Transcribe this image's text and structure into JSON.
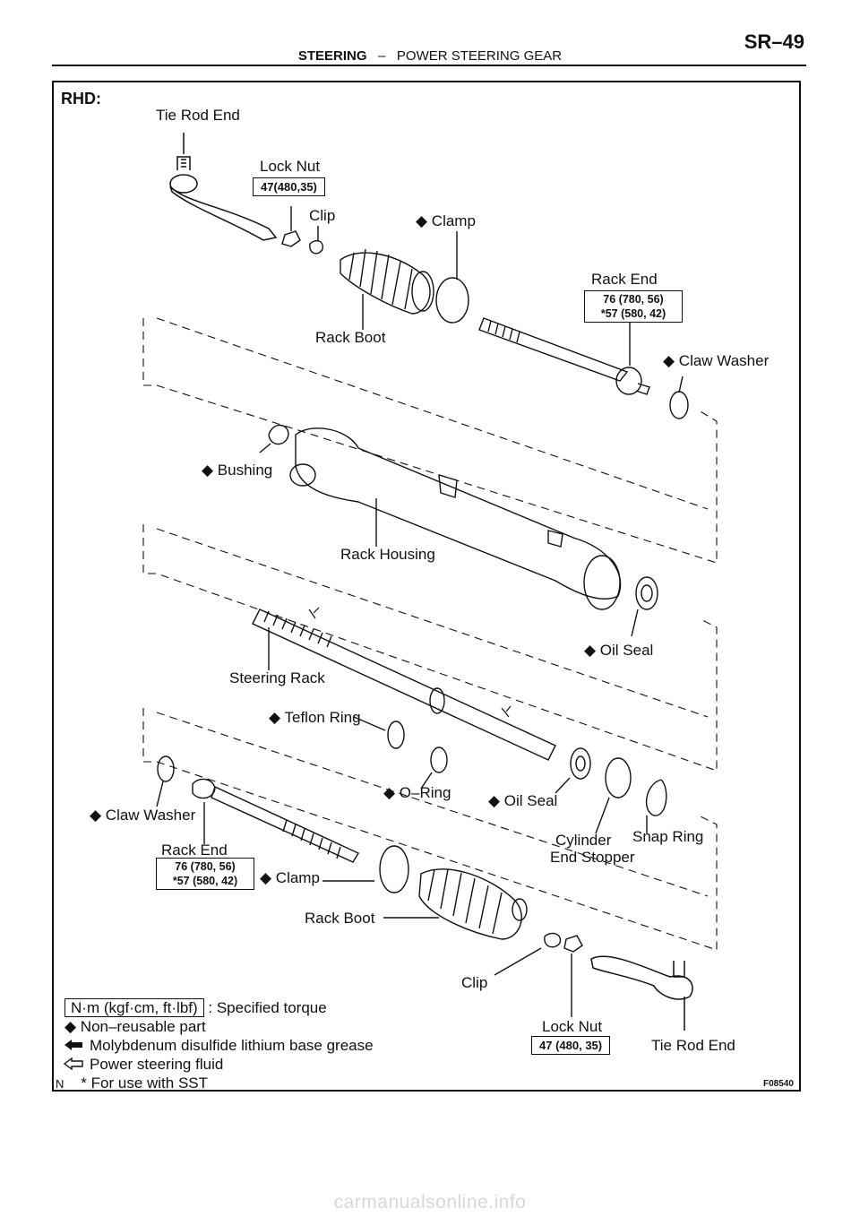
{
  "header": {
    "page_number": "SR–49",
    "section": "STEERING",
    "separator": "–",
    "subsection": "POWER STEERING GEAR"
  },
  "figure": {
    "region": "RHD:",
    "figure_id": "F08540",
    "labels": {
      "tie_rod_end_top": "Tie Rod End",
      "lock_nut_top": "Lock Nut",
      "lock_nut_top_torque": "47(480,35)",
      "clip_top": "Clip",
      "clamp_top": "◆ Clamp",
      "rack_end_right": "Rack End",
      "rack_end_right_torque_1": "76 (780, 56)",
      "rack_end_right_torque_2": "*57 (580, 42)",
      "rack_boot_top": "Rack Boot",
      "claw_washer_right": "◆ Claw Washer",
      "bushing": "◆ Bushing",
      "rack_housing": "Rack Housing",
      "oil_seal_right": "◆ Oil Seal",
      "steering_rack": "Steering Rack",
      "teflon_ring": "◆ Teflon Ring",
      "o_ring": "◆ O–Ring",
      "oil_seal_lower": "◆ Oil Seal",
      "claw_washer_left": "◆ Claw Washer",
      "cylinder_end_stopper_1": "Cylinder",
      "cylinder_end_stopper_2": "End Stopper",
      "snap_ring": "Snap Ring",
      "rack_end_left": "Rack End",
      "rack_end_left_torque_1": "76 (780, 56)",
      "rack_end_left_torque_2": "*57 (580, 42)",
      "clamp_bottom": "◆ Clamp",
      "rack_boot_bottom": "Rack Boot",
      "clip_bottom": "Clip",
      "lock_nut_bottom": "Lock Nut",
      "lock_nut_bottom_torque": "47 (480, 35)",
      "tie_rod_end_bottom": "Tie Rod End"
    }
  },
  "legend": {
    "torque_unit": "N·m (kgf·cm, ft·lbf)",
    "torque_desc": ": Specified torque",
    "non_reusable": "◆ Non–reusable part",
    "grease": "Molybdenum disulfide lithium base grease",
    "fluid": "Power steering fluid",
    "sst_prefix": "N",
    "sst": "* For use with SST"
  },
  "watermark": "carmanualsonline.info"
}
